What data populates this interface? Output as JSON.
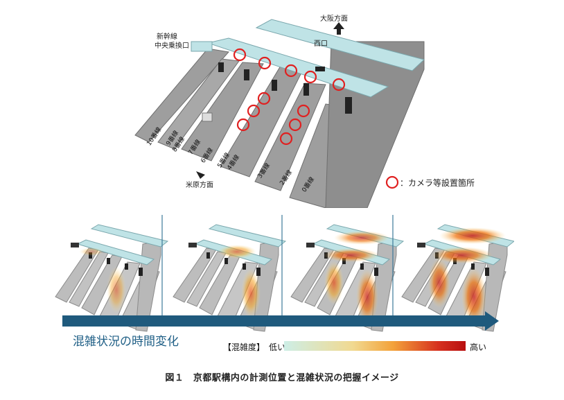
{
  "top_diagram": {
    "labels": {
      "shinkansen_gate": [
        "新幹線",
        "中央乗換口"
      ],
      "to_osaka": "大阪方面",
      "west_gate": "西口",
      "to_maibara": "米原方面"
    },
    "tracks": [
      "10番線",
      "9番線",
      "8番線",
      "7番線",
      "6番線",
      "5番線",
      "4番線",
      "3番線",
      "2番線",
      "0番線"
    ],
    "legend": {
      "marker_label": "：カメラ等設置箇所",
      "marker_color": "#e02020"
    }
  },
  "bottom_panels": {
    "progress_label": "混雑状況の時間変化",
    "scale": {
      "title": "【混雑度】",
      "low": "低い",
      "high": "高い"
    }
  },
  "caption": "図１　京都駅構内の計測位置と混雑状況の把握イメージ",
  "colors": {
    "concourse": "#bfe3e6",
    "platform": "#9c9c9c",
    "arrow": "#1f5a7d",
    "divider": "#3d7a9a"
  }
}
